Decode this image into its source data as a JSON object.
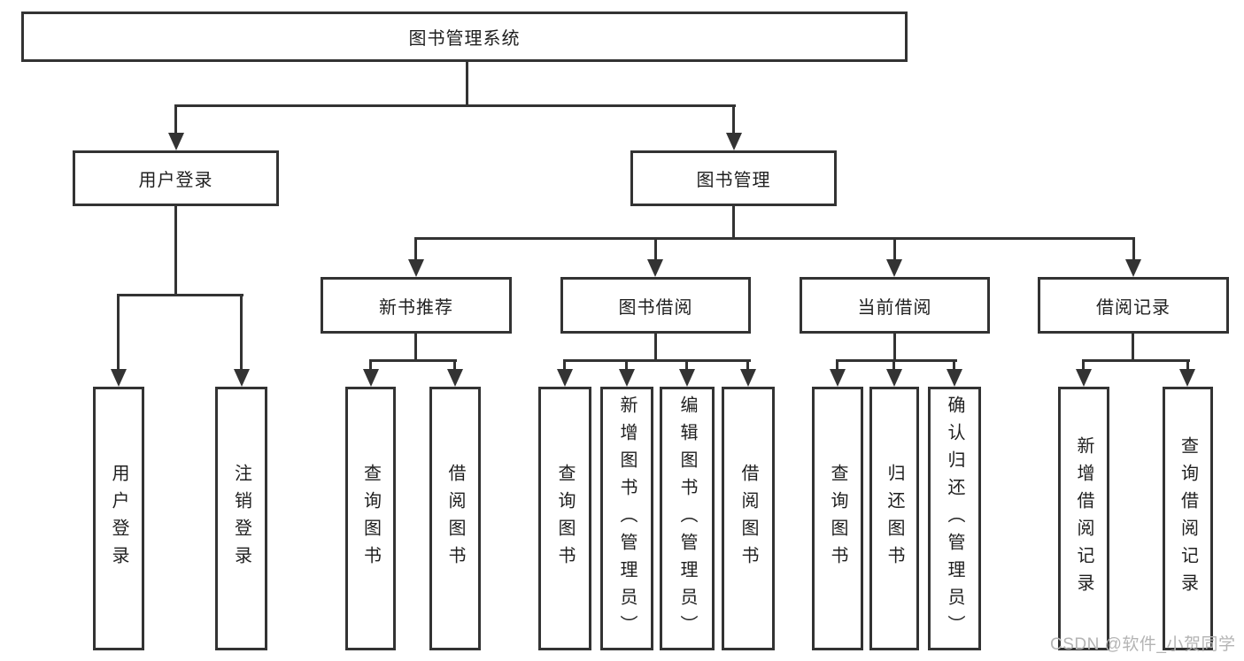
{
  "nodes": {
    "root": "图书管理系统",
    "user_login": "用户登录",
    "book_management": "图书管理",
    "new_book_recommend": "新书推荐",
    "book_borrowing": "图书借阅",
    "current_borrowing": "当前借阅",
    "borrowing_records": "借阅记录",
    "leaf_user_login": "用户登录",
    "leaf_logout": "注销登录",
    "leaf_nb_query_books": "查询图书",
    "leaf_nb_borrow_books": "借阅图书",
    "leaf_bb_query_books": "查询图书",
    "leaf_bb_add_books": "新增图书（管理员）",
    "leaf_bb_edit_books": "编辑图书（管理员）",
    "leaf_bb_borrow_books": "借阅图书",
    "leaf_cb_query_books": "查询图书",
    "leaf_cb_return_books": "归还图书",
    "leaf_cb_confirm_return": "确认归还（管理员）",
    "leaf_br_add_record": "新增借阅记录",
    "leaf_br_query_record": "查询借阅记录"
  },
  "watermark": "CSDN @软件_小贺同学",
  "colors": {
    "line": "#333333",
    "text": "#1f1f1f",
    "watermark": "#b4b4b4",
    "background": "#ffffff"
  }
}
